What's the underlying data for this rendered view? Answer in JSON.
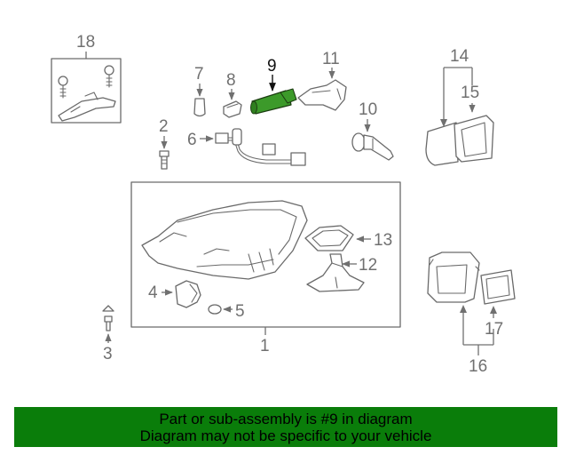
{
  "diagram": {
    "highlight_color": "#3c9a2a",
    "callouts": {
      "c1": "1",
      "c2": "2",
      "c3": "3",
      "c4": "4",
      "c5": "5",
      "c6": "6",
      "c7": "7",
      "c8": "8",
      "c9": "9",
      "c10": "10",
      "c11": "11",
      "c12": "12",
      "c13": "13",
      "c14": "14",
      "c15": "15",
      "c16": "16",
      "c17": "17",
      "c18": "18"
    }
  },
  "footer": {
    "line1": "Part or sub-assembly is #9 in diagram",
    "line2": "Diagram may not be specific to your vehicle",
    "background": "#0a7d0a"
  }
}
